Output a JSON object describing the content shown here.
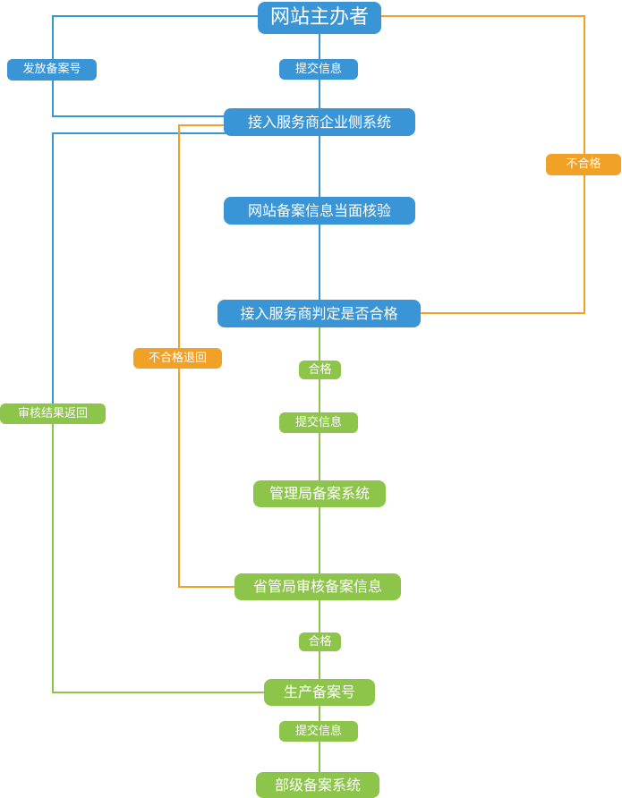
{
  "nodes": {
    "sponsor": "网站主办者",
    "access_system": "接入服务商企业侧系统",
    "verify": "网站备案信息当面核验",
    "judge": "接入服务商判定是否合格",
    "bureau_system": "管理局备案系统",
    "province_review": "省管局审核备案信息",
    "generate": "生产备案号",
    "ministry_system": "部级备案系统"
  },
  "labels": {
    "issue_number": "发放备案号",
    "submit_1": "提交信息",
    "fail_right": "不合格",
    "fail_return": "不合格退回",
    "qualified_1": "合格",
    "submit_2": "提交信息",
    "result_return": "审核结果返回",
    "qualified_2": "合格",
    "submit_3": "提交信息"
  },
  "colors": {
    "blue": "#3a95d6",
    "green": "#8dc44a",
    "orange": "#f2a127"
  }
}
